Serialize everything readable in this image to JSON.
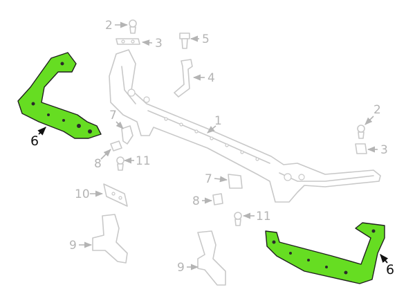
{
  "diagram": {
    "colors": {
      "highlight": "#66dd22",
      "ghost_line": "#c8c8c8",
      "ghost_label": "#b4b4b4",
      "dark_label": "#111111"
    },
    "callouts": {
      "part_1": "1",
      "part_2_top": "2",
      "part_2_right": "2",
      "part_3_top": "3",
      "part_3_right": "3",
      "part_4": "4",
      "part_5": "5",
      "part_6_left": "6",
      "part_6_right": "6",
      "part_7_left": "7",
      "part_7_mid": "7",
      "part_8_left": "8",
      "part_8_mid": "8",
      "part_9_left": "9",
      "part_9_mid": "9",
      "part_10": "10",
      "part_11_left": "11",
      "part_11_mid": "11"
    }
  }
}
